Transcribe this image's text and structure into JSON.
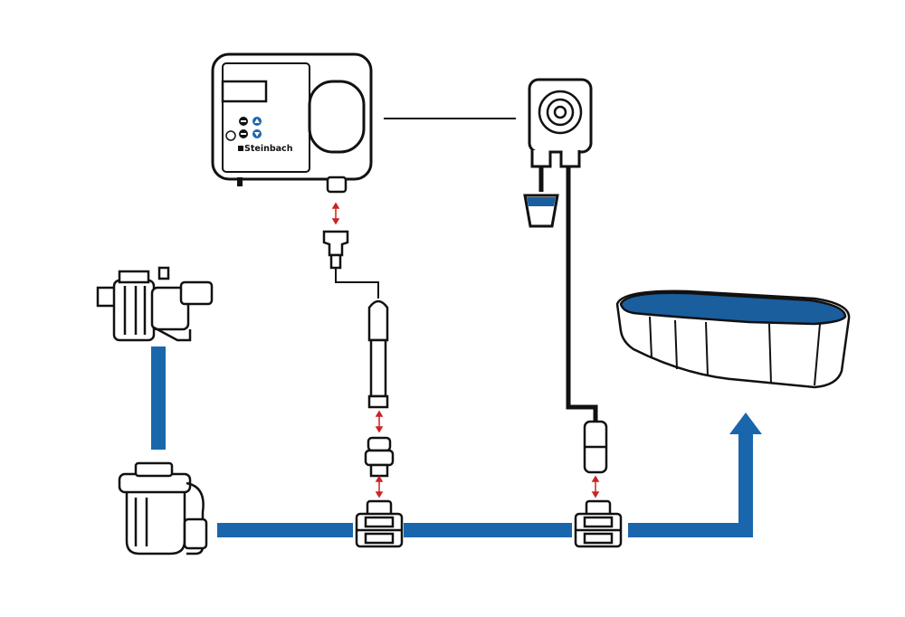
{
  "brand": {
    "name": "Steinbach",
    "logo": "steinbach-logo-mark"
  },
  "colors": {
    "water_line": "#1a66ad",
    "outline": "#111111",
    "connector_arrow": "#cc2222",
    "pool_water": "#1a5e9e",
    "display_button": "#1a66ad"
  },
  "components": [
    {
      "id": "control-unit",
      "icon": "control-unit-icon"
    },
    {
      "id": "dosing-pump",
      "icon": "peristaltic-pump-icon"
    },
    {
      "id": "chemical-cup",
      "icon": "chemical-cup-icon"
    },
    {
      "id": "filter-pump",
      "icon": "filter-pump-icon"
    },
    {
      "id": "sand-filter",
      "icon": "sand-filter-icon"
    },
    {
      "id": "sensor-probe",
      "icon": "ph-probe-icon"
    },
    {
      "id": "injection-valve",
      "icon": "injection-nozzle-icon"
    },
    {
      "id": "pipe-clamp-1",
      "icon": "pipe-clamp-icon"
    },
    {
      "id": "pipe-clamp-2",
      "icon": "pipe-clamp-icon"
    },
    {
      "id": "above-ground-pool",
      "icon": "pool-icon"
    }
  ]
}
